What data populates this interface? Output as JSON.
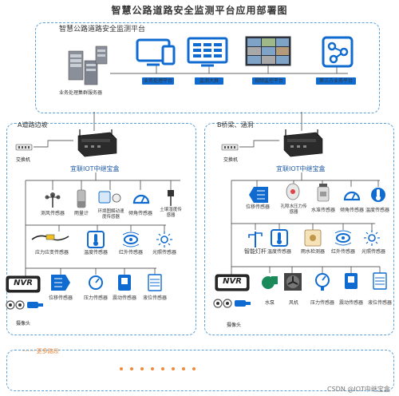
{
  "title": "智慧公路道路安全监测平台应用部署图",
  "platform": {
    "label": "智慧公路道路安全监测平台",
    "server_label": "业务处理集群服务器",
    "nodes": [
      {
        "label": "业务处理平台",
        "icon": "monitor-icon"
      },
      {
        "label": "监测大屏",
        "icon": "dashboard-screen-icon"
      },
      {
        "label": "视频监控平台",
        "icon": "video-wall-icon"
      },
      {
        "label": "第三方业务平台",
        "icon": "share-network-icon"
      }
    ]
  },
  "zone_a": {
    "label": "A道路边坡",
    "switch_label": "交换机",
    "hub_label": "宜联IOT中继宝盒",
    "row1": [
      "测风传感器",
      "雨量计",
      "环境图解动速度传感器",
      "倾角传感器",
      "土壤湿度传感器"
    ],
    "row2": [
      "应力应变传感器",
      "温度传感器",
      "红外传感器",
      "光照传感器"
    ],
    "row3": [
      "位移传感器",
      "压力传感器",
      "震动传感器",
      "液位传感器"
    ],
    "nvr_label": "NVR",
    "camera_label": "摄像头"
  },
  "zone_b": {
    "label": "B桥梁、涵洞",
    "switch_label": "交换机",
    "hub_label": "宜联IOT中继宝盒",
    "row1": [
      "位移传感器",
      "孔隙水压力传感器",
      "水准传感器",
      "倾角传感器",
      "温度传感器"
    ],
    "row2": [
      "智能灯杆",
      "温度传感器",
      "雨水检测器",
      "红外传感器",
      "光照传感器"
    ],
    "row3": [
      "水泵",
      "风机",
      "压力传感器",
      "震动传感器",
      "液位传感器"
    ],
    "nvr_label": "NVR",
    "camera_label": "摄像头"
  },
  "zone_c": {
    "label": "·······  更多路段"
  },
  "watermark": "CSDN @IOT中继宝盒",
  "colors": {
    "accent": "#0f6bd0",
    "dashed": "#5aa0d8",
    "dots": "#f08a3c"
  }
}
